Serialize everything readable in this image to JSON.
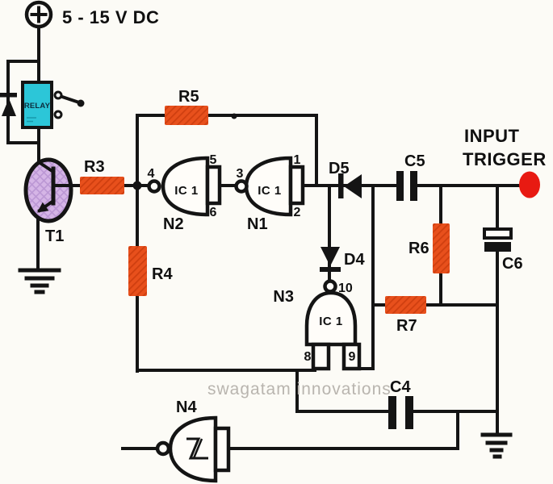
{
  "diagram": {
    "type": "circuit-schematic",
    "power_label": "5 - 15 V DC",
    "relay_label": "RELAY",
    "transistor_label": "T1",
    "ic_label": "IC 1",
    "input_trigger": {
      "line1": "INPUT",
      "line2": "TRIGGER"
    },
    "watermark": "swagatam innovations",
    "resistors": {
      "r3": "R3",
      "r4": "R4",
      "r5": "R5",
      "r6": "R6",
      "r7": "R7"
    },
    "capacitors": {
      "c4": "C4",
      "c5": "C5",
      "c6": "C6"
    },
    "diodes": {
      "d4": "D4",
      "d5": "D5"
    },
    "gates": {
      "n1": "N1",
      "n2": "N2",
      "n3": "N3",
      "n4": "N4"
    },
    "pins": {
      "n2_out": "4",
      "n2_in_top": "5",
      "n2_in_bottom": "6",
      "n1_out": "3",
      "n1_in_top": "1",
      "n1_in_bottom": "2",
      "n3_out": "10",
      "n3_in_left": "8",
      "n3_in_right": "9"
    }
  },
  "colors": {
    "background": "#fcfbf6",
    "wire": "#141414",
    "resistor_fill": "#e8501c",
    "resistor_hatch": "#cf3f10",
    "relay_fill": "#2cc6d8",
    "transistor_fill": "#d5b5e6",
    "transistor_hatch": "#bb97d4",
    "trigger_dot": "#e81a12",
    "watermark": "#b9b5af"
  }
}
